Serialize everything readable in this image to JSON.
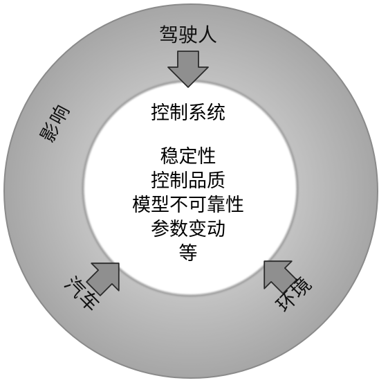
{
  "diagram": {
    "center_title": "控制系统",
    "center_lines": [
      "稳定性",
      "控制品质",
      "模型不可靠性",
      "参数变动",
      "等"
    ],
    "labels": {
      "driver": "驾驶人",
      "influence": "影响",
      "vehicle": "汽车",
      "environment": "环境"
    },
    "colors": {
      "ring": "#b0b0b0",
      "ring_edge": "#8a8a8a",
      "inner": "#ffffff",
      "arrow": "#8f8f8f",
      "arrow_edge": "#2b2b2b",
      "text": "#111111"
    }
  }
}
